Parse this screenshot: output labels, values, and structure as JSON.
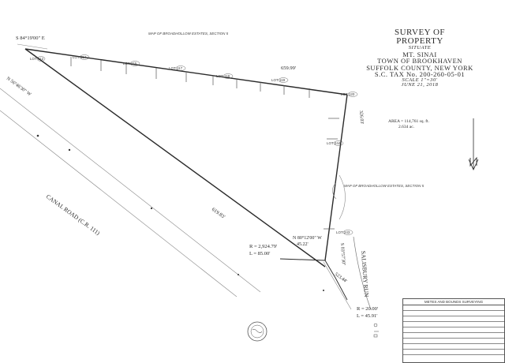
{
  "title_block": {
    "line1": "SURVEY OF",
    "line2": "PROPERTY",
    "line3": "SITUATE",
    "line4": "MT. SINAI",
    "line5": "TOWN OF BROOKHAVEN",
    "line6": "SUFFOLK COUNTY, NEW YORK",
    "line7": "S.C. TAX No. 200-260-05-01",
    "line8": "SCALE 1\"=30'",
    "line9": "JUNE 21, 2018"
  },
  "bearings": {
    "top_left": "S 84°19'00\" E",
    "left_side": "N 56°46'30\" W",
    "inner_line": "N 80°12'00\" W",
    "inner_line_dist": "45.22'",
    "right_lower": "S 03°57'30\"",
    "right_upper": "326.03'"
  },
  "distances": {
    "top_boundary": "659.99'",
    "diagonal": "619.83'",
    "bottom_right": "523.44'"
  },
  "curves": {
    "curve1_radius": "R = 2,924.79'",
    "curve1_length": "L = 85.00'",
    "curve2_radius": "R = 20.00'",
    "curve2_length": "L = 45.91'"
  },
  "area": {
    "sqft": "AREA = 114,761 sq. ft.",
    "acres": "2.634 ac."
  },
  "roads": {
    "canal_road": "CANAL ROAD (C.R. 111)",
    "salisbury_run": "SALISBURY RUN"
  },
  "lots": [
    "LOT 112",
    "LOT 114",
    "LOT 116",
    "LOT 117",
    "LOT 118",
    "LOT 119",
    "LOT 120",
    "LOT 243",
    "LOT 244"
  ],
  "map_labels": {
    "top": "MAP OF BROADHOLLOW ESTATES, SECTION 5",
    "mid": "MAP OF BROADHOLLOW ESTATES, SECTION 5"
  },
  "legend": {
    "header": "METES AND BOUNDS SURVEYING"
  }
}
